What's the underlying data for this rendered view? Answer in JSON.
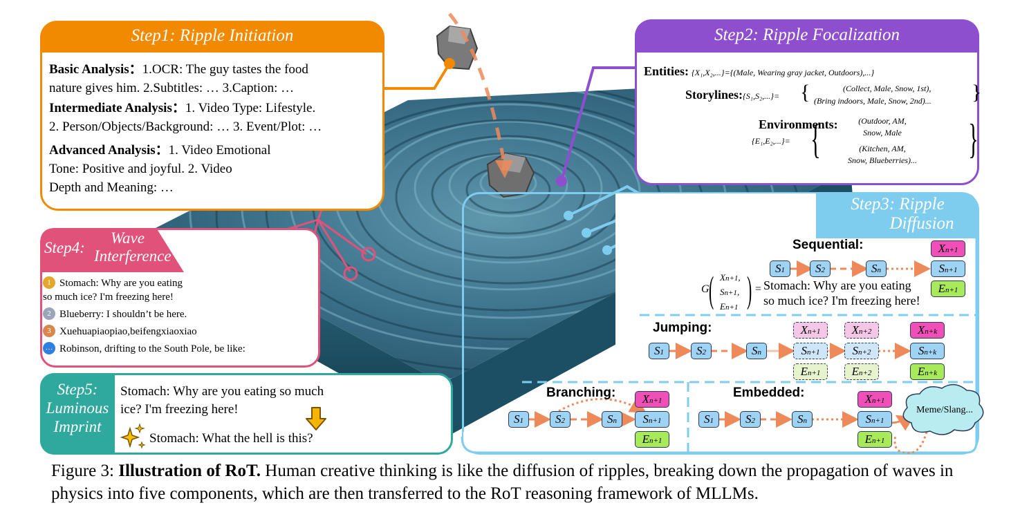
{
  "step1": {
    "title": "Step1:  Ripple Initiation",
    "basic_label": "Basic Analysis：",
    "basic_text_1": "1.OCR: The guy tastes the food",
    "basic_text_2": "nature gives him. 2.Subtitles: … 3.Caption: …",
    "inter_label": "Intermediate Analysis：",
    "inter_text_1": "1. Video Type: Lifestyle.",
    "inter_text_2": "2. Person/Objects/Background: … 3. Event/Plot: …",
    "adv_label": "Advanced Analysis：",
    "adv_text_1": "1. Video Emotional",
    "adv_text_2": "Tone: Positive and joyful. 2. Video",
    "adv_text_3": "Depth and Meaning: …"
  },
  "step2": {
    "title": "Step2:  Ripple Focalization",
    "entities_label": "Entities:",
    "entities_formula": "{X₁,X₂,...}={(Male, Wearing gray jacket, Outdoors),...}",
    "storylines_label": "Storylines:",
    "storylines_set": "{S₁,S₂,...}=",
    "storylines_line1": "(Collect, Male, Snow, 1st),",
    "storylines_line2": "(Bring indoors, Male, Snow, 2nd)...",
    "environments_label": "Environments:",
    "environments_set": "{E₁,E₂,...}=",
    "env_line1": "(Outdoor, AM,",
    "env_line2": "Snow, Male",
    "env_line3": "(Kitchen,  AM,",
    "env_line4": "Snow, Blueberries)..."
  },
  "step3": {
    "title_line1": "Step3:  Ripple",
    "title_line2": "Diffusion",
    "sequential_label": "Sequential:",
    "g_formula_g": "G",
    "g_formula_x": "X",
    "g_formula_s": "S",
    "g_formula_e": "E",
    "g_sub": "n+1",
    "seq_text_1": "Stomach: Why are you eating",
    "seq_text_2": "so much ice? I'm freezing here!",
    "jumping_label": "Jumping:",
    "branching_label": "Branching:",
    "embedded_label": "Embedded:",
    "meme_label": "Meme/Slang...",
    "node_s": "S",
    "node_x": "X",
    "node_e": "E",
    "sub_1": "1",
    "sub_2": "2",
    "sub_n": "n",
    "sub_n1": "n+1",
    "sub_n2": "n+2",
    "sub_nk": "n+k"
  },
  "step4": {
    "title_prefix": "Step4:",
    "title_line1": "Wave",
    "title_line2": "Interference",
    "items": [
      {
        "rank": "1",
        "text_1": "Stomach: Why are you eating",
        "text_2": "so much ice? I'm freezing here!"
      },
      {
        "rank": "2",
        "text_1": "Blueberry: I shouldn’t be here."
      },
      {
        "rank": "3",
        "text_1": "Xuehuapiaopiao,beifengxiaoxiao"
      },
      {
        "rank": "…",
        "text_1": "Robinson, drifting to the South Pole, be like:"
      }
    ]
  },
  "step5": {
    "title_line1": "Step5:",
    "title_line2": "Luminous",
    "title_line3": "Imprint",
    "text_1": "Stomach: Why are you eating so much",
    "text_2": "ice? I'm freezing here!",
    "text_3": "Stomach: What the hell is this?"
  },
  "caption": {
    "prefix": "Figure 3: ",
    "bold": "Illustration of RoT.",
    "text": " Human creative thinking is like the diffusion of ripples, breaking down the propagation of waves in physics into five components, which are then transferred to the RoT reasoning framework of MLLMs."
  },
  "colors": {
    "step1": "#f18a00",
    "step2": "#8e4fcf",
    "step3": "#7fcdee",
    "step4": "#e0527a",
    "step5": "#2fa89d",
    "arrow": "#ee8a5a",
    "water_dark": "#1f4a5e",
    "water_mid": "#3e7a94"
  }
}
